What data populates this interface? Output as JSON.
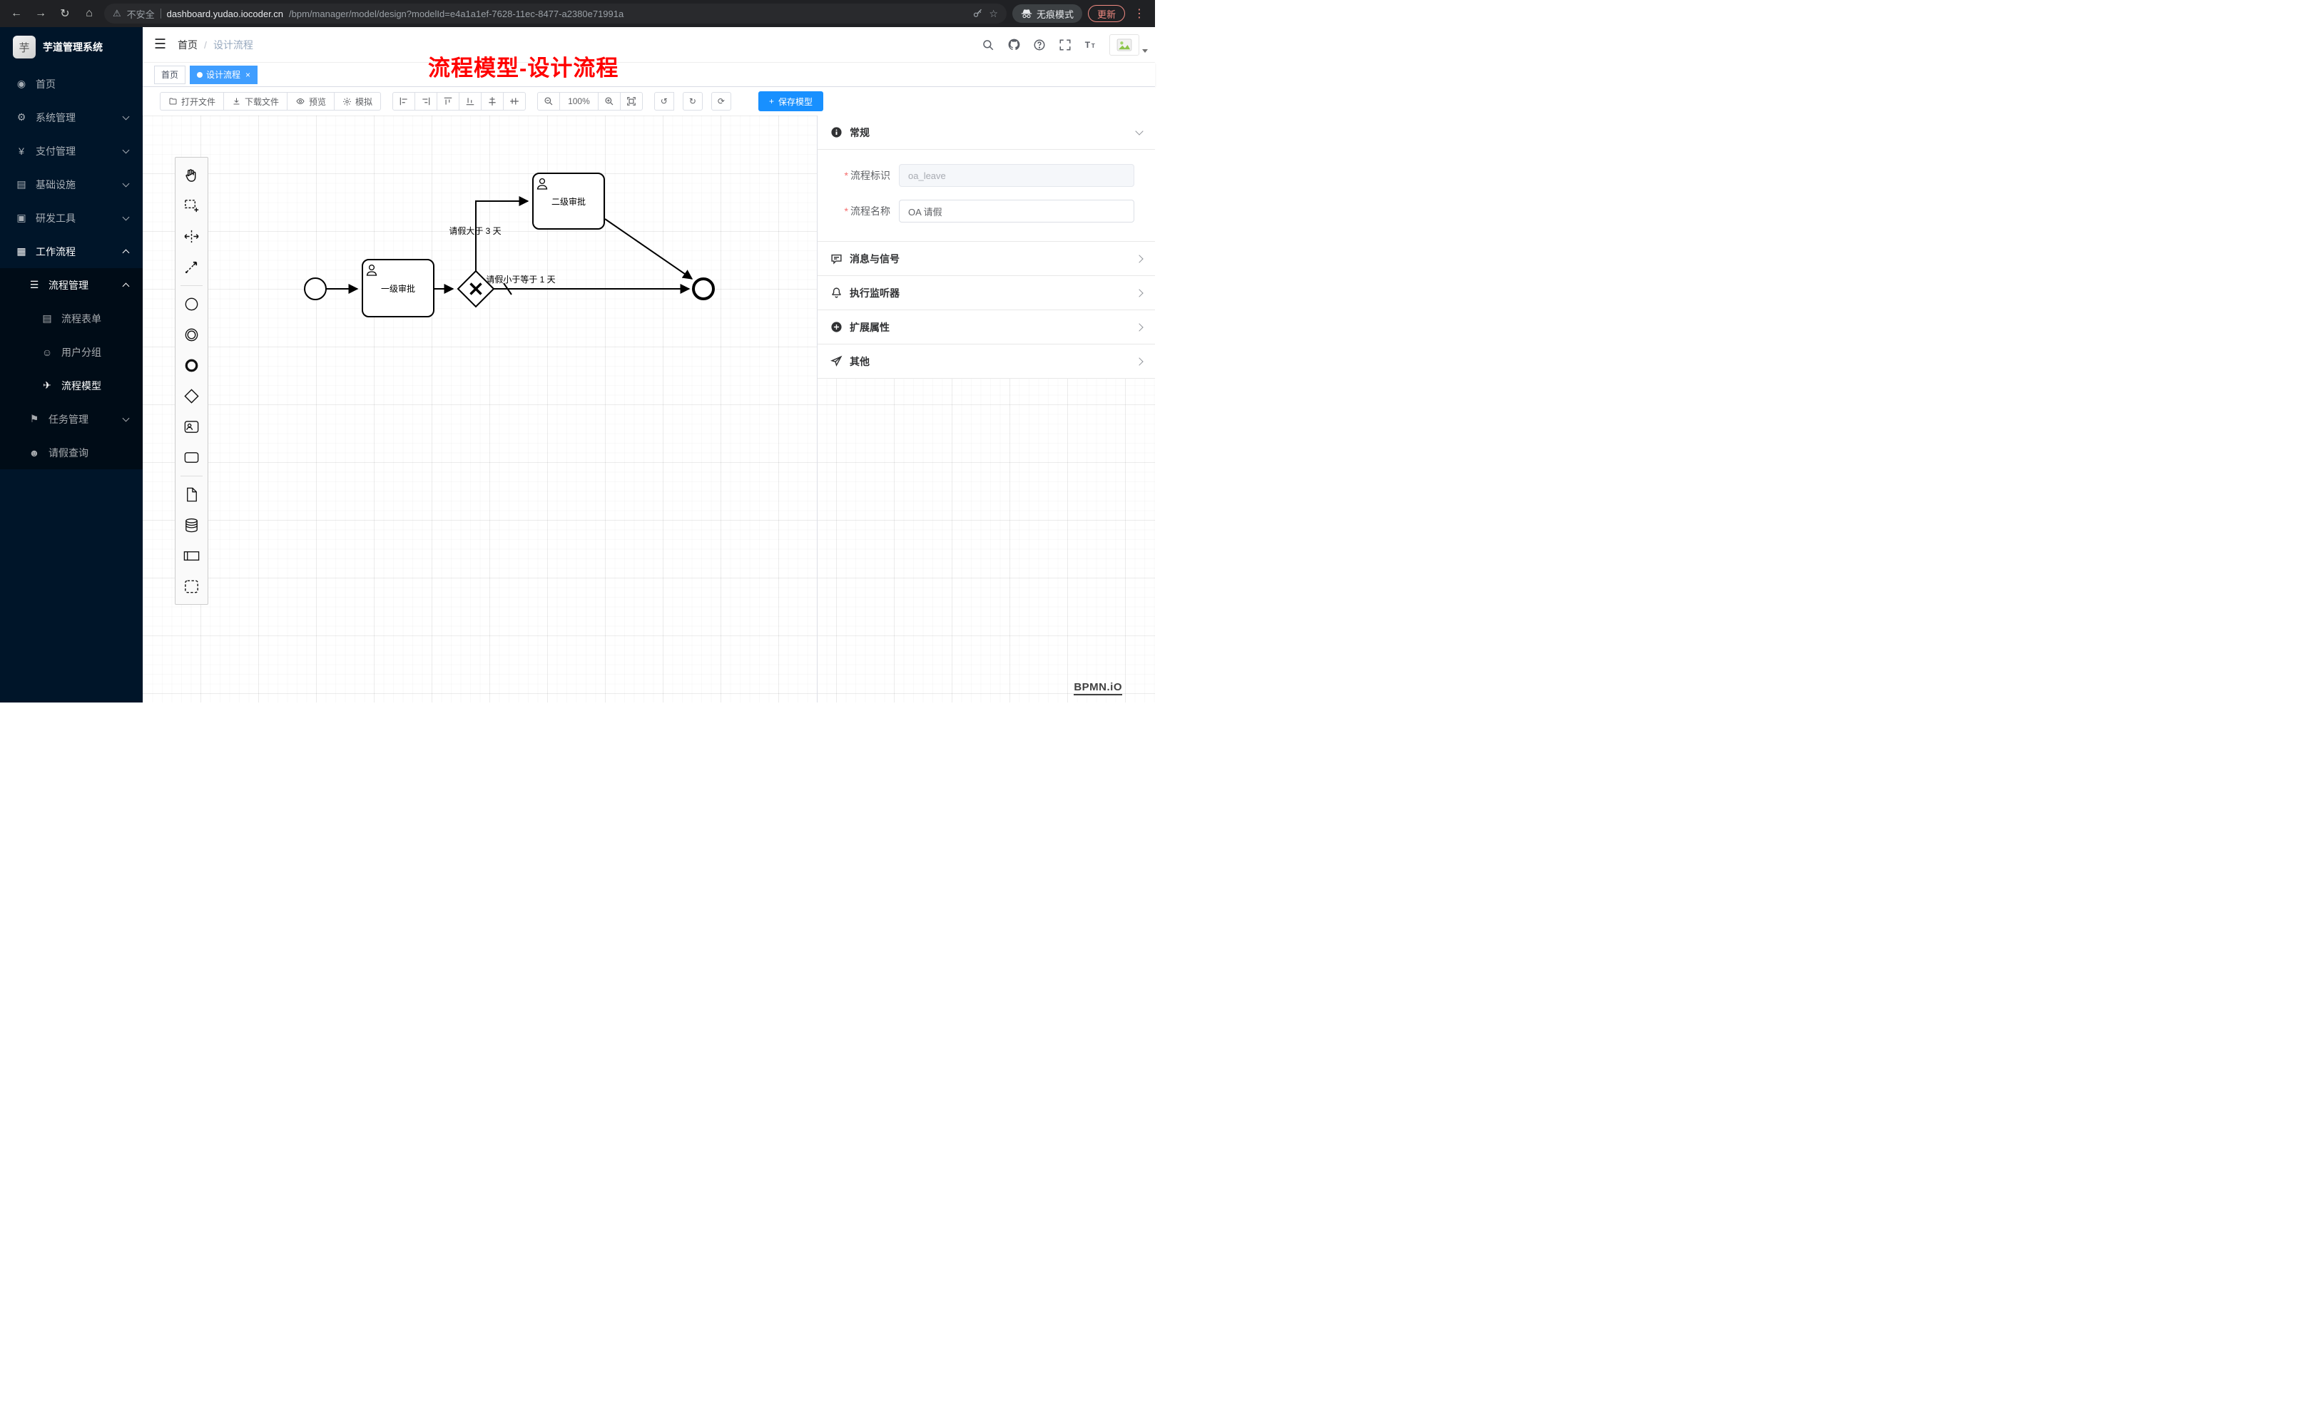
{
  "browser": {
    "security_label": "不安全",
    "url_host": "dashboard.yudao.iocoder.cn",
    "url_path": "/bpm/manager/model/design?modelId=e4a1a1ef-7628-11ec-8477-a2380e71991a",
    "incognito_label": "无痕模式",
    "update_label": "更新"
  },
  "sidebar": {
    "title": "芋道管理系统",
    "items": {
      "home": "首页",
      "system": "系统管理",
      "payment": "支付管理",
      "infra": "基础设施",
      "devtools": "研发工具",
      "workflow": "工作流程",
      "process_mgmt": "流程管理",
      "process_form": "流程表单",
      "user_group": "用户分组",
      "process_model": "流程模型",
      "task_mgmt": "任务管理",
      "leave_query": "请假查询"
    }
  },
  "navbar": {
    "breadcrumb": {
      "home": "首页",
      "sep": "/",
      "current": "设计流程"
    }
  },
  "overlay_title": "流程模型-设计流程",
  "tabs": {
    "home": "首页",
    "design": "设计流程",
    "close": "×"
  },
  "toolbar": {
    "open_file": "打开文件",
    "download_file": "下载文件",
    "preview": "预览",
    "simulate": "模拟",
    "zoom_level": "100%",
    "save_model": "保存模型",
    "save_plus": "+"
  },
  "diagram": {
    "task1_label": "一级审批",
    "task2_label": "二级审批",
    "edge_gt3_label": "请假大于 3 天",
    "edge_le1_label": "请假小于等于 1 天"
  },
  "panel": {
    "general_title": "常规",
    "process_key_label": "流程标识",
    "process_key_placeholder": "oa_leave",
    "process_name_label": "流程名称",
    "process_name_value": "OA 请假",
    "messages_title": "消息与信号",
    "listeners_title": "执行监听器",
    "ext_props_title": "扩展属性",
    "others_title": "其他"
  },
  "footer": {
    "bpmn_logo": "BPMN.iO"
  },
  "icons": {
    "palette": [
      "hand-tool",
      "lasso-tool",
      "space-tool",
      "global-connect-tool",
      "start-event",
      "intermediate-event",
      "end-event",
      "exclusive-gateway",
      "user-task",
      "task",
      "data-object",
      "data-store",
      "participant",
      "group"
    ],
    "nav_right": [
      "search-icon",
      "github-icon",
      "help-icon",
      "fullscreen-icon",
      "font-size-icon",
      "avatar"
    ],
    "align_tools": [
      "align-left-icon",
      "align-right-icon",
      "align-top-icon",
      "align-bottom-icon",
      "align-center-horizontal-icon",
      "align-center-vertical-icon"
    ]
  },
  "colors": {
    "accent": "#409eff",
    "save_button": "#1890ff",
    "sidebar_bg": "#001529",
    "overlay_red": "#ff0000"
  }
}
